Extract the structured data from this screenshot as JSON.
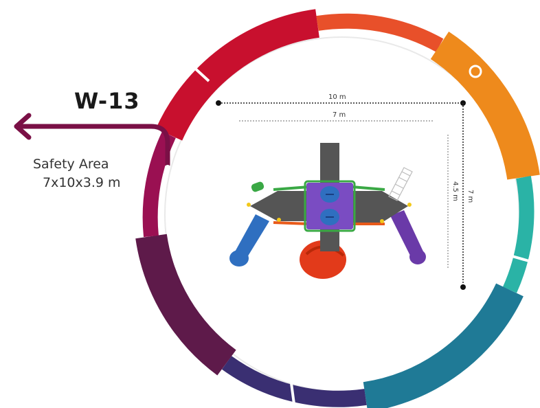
{
  "product": {
    "model_code": "W-13",
    "safety_area_label": "Safety Area",
    "safety_area_dims": "7x10x3.9 m"
  },
  "dimensions": {
    "outer_width": "10 m",
    "inner_width": "7 m",
    "outer_depth": "7 m",
    "inner_depth": "4.5 m"
  },
  "colors": {
    "arrow": "#7a1046",
    "ring_red": "#c8102e",
    "ring_orange": "#ee8a1c",
    "ring_teal": "#2ab3a6",
    "ring_blue": "#1f7a96",
    "ring_navy": "#3a2f72",
    "ring_plum": "#5e1a4a",
    "ring_magenta": "#9a1052"
  }
}
